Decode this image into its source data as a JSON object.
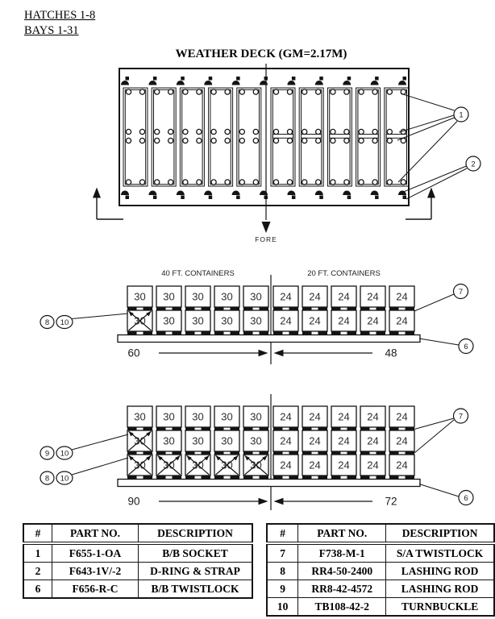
{
  "header": {
    "hatches": "HATCHES 1-8",
    "bays": "BAYS 1-31",
    "deck_title": "WEATHER DECK (GM=2.17M)"
  },
  "deck_plan": {
    "fore_label": "FORE",
    "bay_slots": 10,
    "dring_count_per_row": 11,
    "callout_sockets": "1",
    "callout_drings": "2"
  },
  "stacks": [
    {
      "group_labels": [
        "40 FT. CONTAINERS",
        "20 FT. CONTAINERS"
      ],
      "tiers": 2,
      "columns_per_group": 5,
      "left_weight": "30",
      "right_weight": "24",
      "left_dim": "60",
      "right_dim": "48",
      "callout_rows": [
        {
          "ids": [
            "8",
            "10"
          ]
        }
      ],
      "callout_twistlock": "7",
      "callout_base": "6"
    },
    {
      "group_labels": [],
      "tiers": 3,
      "columns_per_group": 5,
      "left_weight": "30",
      "right_weight": "24",
      "left_dim": "90",
      "right_dim": "72",
      "callout_rows": [
        {
          "ids": [
            "9",
            "10"
          ]
        },
        {
          "ids": [
            "8",
            "10"
          ]
        }
      ],
      "callout_twistlock": "7",
      "callout_base": "6"
    }
  ],
  "parts_tables": [
    {
      "headers": [
        "#",
        "PART NO.",
        "DESCRIPTION"
      ],
      "rows": [
        [
          "1",
          "F655-1-OA",
          "B/B SOCKET"
        ],
        [
          "2",
          "F643-1V/-2",
          "D-RING & STRAP"
        ],
        [
          "6",
          "F656-R-C",
          "B/B TWISTLOCK"
        ]
      ]
    },
    {
      "headers": [
        "#",
        "PART NO.",
        "DESCRIPTION"
      ],
      "rows": [
        [
          "7",
          "F738-M-1",
          "S/A TWISTLOCK"
        ],
        [
          "8",
          "RR4-50-2400",
          "LASHING ROD"
        ],
        [
          "9",
          "RR8-42-4572",
          "LASHING ROD"
        ],
        [
          "10",
          "TB108-42-2",
          "TURNBUCKLE"
        ]
      ]
    }
  ],
  "colors": {
    "ink": "#141414",
    "paper": "#ffffff"
  }
}
